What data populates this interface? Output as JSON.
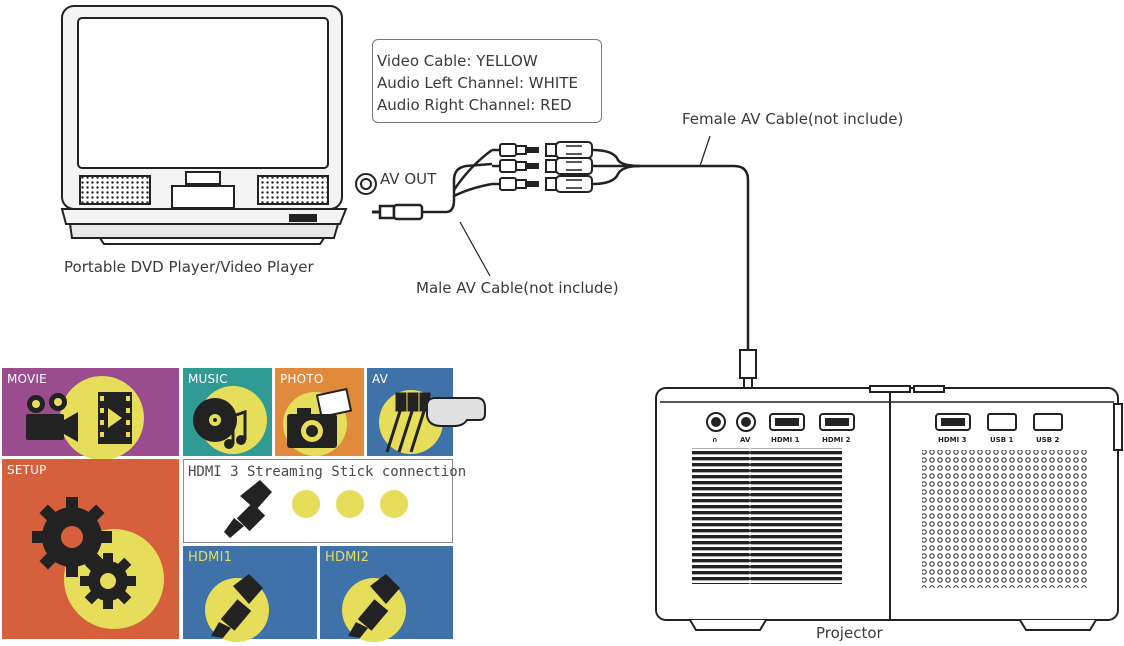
{
  "labels": {
    "dvd_player": "Portable DVD Player/Video Player",
    "av_out": "AV OUT",
    "male_cable": "Male AV Cable(not include)",
    "female_cable": "Female AV Cable(not include)",
    "projector": "Projector"
  },
  "cable_colors": {
    "video": "Video Cable: YELLOW",
    "audio_left": "Audio Left Channel: WHITE",
    "audio_right": "Audio Right Channel: RED"
  },
  "projector_ports": {
    "headphone": "∩",
    "av": "AV",
    "hdmi1": "HDMI 1",
    "hdmi2": "HDMI 2",
    "hdmi3": "HDMI 3",
    "usb1": "USB 1",
    "usb2": "USB 2"
  },
  "menu": {
    "tiles": {
      "movie": "MOVIE",
      "music": "MUSIC",
      "photo": "PHOTO",
      "av": "AV",
      "setup": "SETUP",
      "hdmi3": "HDMI 3 Streaming Stick connection",
      "hdmi1": "HDMI1",
      "hdmi2": "HDMI2"
    },
    "colors": {
      "movie": "#9b4c8f",
      "music": "#2f9b94",
      "photo": "#e18a3c",
      "av": "#3f72a8",
      "setup": "#d6603c",
      "hdmi": "#3f72a8",
      "accent": "#e6dd5a"
    },
    "selected": "AV"
  }
}
